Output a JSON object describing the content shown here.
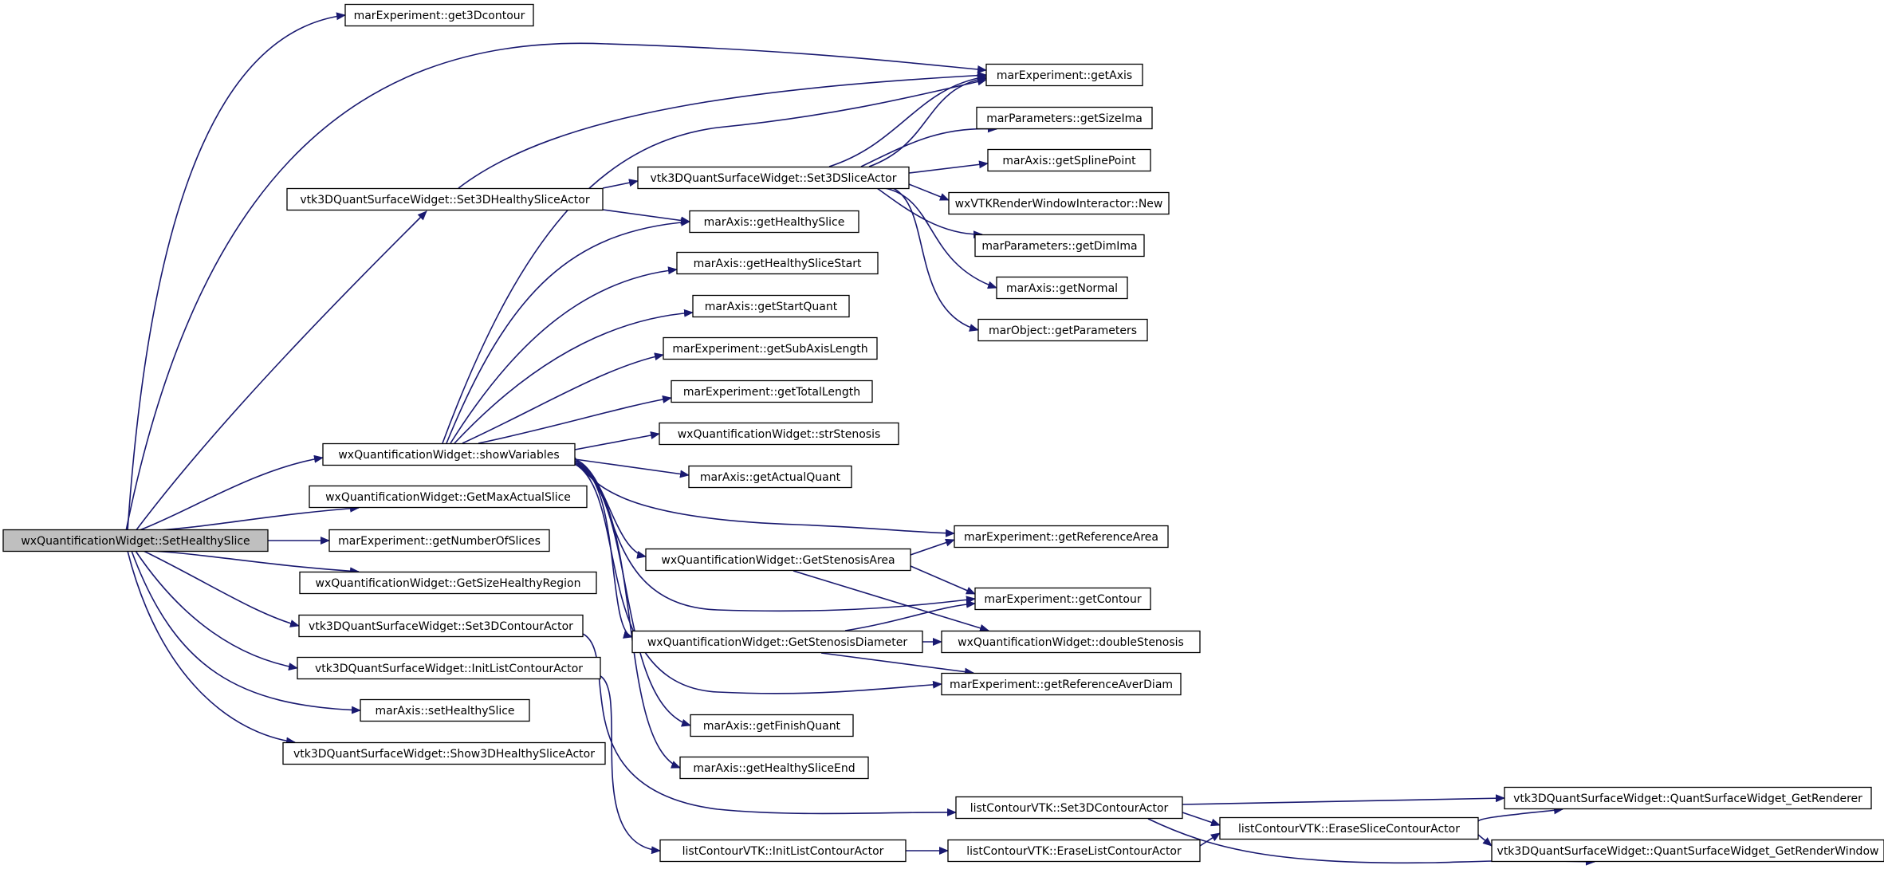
{
  "colors": {
    "edge": "#191970",
    "root_fill": "#bfbfbf",
    "node_fill": "#ffffff",
    "border": "#000000"
  },
  "nodes": [
    {
      "id": "root",
      "label": "wxQuantificationWidget::SetHealthySlice",
      "root": true
    },
    {
      "id": "get3Dcontour",
      "label": "marExperiment::get3Dcontour"
    },
    {
      "id": "getAxis",
      "label": "marExperiment::getAxis"
    },
    {
      "id": "getSizeIma",
      "label": "marParameters::getSizeIma"
    },
    {
      "id": "getSplinePoint",
      "label": "marAxis::getSplinePoint"
    },
    {
      "id": "set3DSliceActor",
      "label": "vtk3DQuantSurfaceWidget::Set3DSliceActor"
    },
    {
      "id": "wxNew",
      "label": "wxVTKRenderWindowInteractor::New"
    },
    {
      "id": "set3DHealthySliceActor",
      "label": "vtk3DQuantSurfaceWidget::Set3DHealthySliceActor"
    },
    {
      "id": "getHealthySlice",
      "label": "marAxis::getHealthySlice"
    },
    {
      "id": "getDimIma",
      "label": "marParameters::getDimIma"
    },
    {
      "id": "getHealthySliceStart",
      "label": "marAxis::getHealthySliceStart"
    },
    {
      "id": "getNormal",
      "label": "marAxis::getNormal"
    },
    {
      "id": "getStartQuant",
      "label": "marAxis::getStartQuant"
    },
    {
      "id": "getParameters",
      "label": "marObject::getParameters"
    },
    {
      "id": "getSubAxisLength",
      "label": "marExperiment::getSubAxisLength"
    },
    {
      "id": "getTotalLength",
      "label": "marExperiment::getTotalLength"
    },
    {
      "id": "strStenosis",
      "label": "wxQuantificationWidget::strStenosis"
    },
    {
      "id": "showVariables",
      "label": "wxQuantificationWidget::showVariables"
    },
    {
      "id": "getActualQuant",
      "label": "marAxis::getActualQuant"
    },
    {
      "id": "getMaxActualSlice",
      "label": "wxQuantificationWidget::GetMaxActualSlice"
    },
    {
      "id": "getReferenceArea",
      "label": "marExperiment::getReferenceArea"
    },
    {
      "id": "getNumberOfSlices",
      "label": "marExperiment::getNumberOfSlices"
    },
    {
      "id": "getStenosisArea",
      "label": "wxQuantificationWidget::GetStenosisArea"
    },
    {
      "id": "getSizeHealthyRegion",
      "label": "wxQuantificationWidget::GetSizeHealthyRegion"
    },
    {
      "id": "getContour",
      "label": "marExperiment::getContour"
    },
    {
      "id": "set3DContourActor",
      "label": "vtk3DQuantSurfaceWidget::Set3DContourActor"
    },
    {
      "id": "getStenosisDiameter",
      "label": "wxQuantificationWidget::GetStenosisDiameter"
    },
    {
      "id": "doubleStenosis",
      "label": "wxQuantificationWidget::doubleStenosis"
    },
    {
      "id": "initListContourActor",
      "label": "vtk3DQuantSurfaceWidget::InitListContourActor"
    },
    {
      "id": "getReferenceAverDiam",
      "label": "marExperiment::getReferenceAverDiam"
    },
    {
      "id": "setHealthySlice",
      "label": "marAxis::setHealthySlice"
    },
    {
      "id": "getFinishQuant",
      "label": "marAxis::getFinishQuant"
    },
    {
      "id": "show3DHealthySliceActor",
      "label": "vtk3DQuantSurfaceWidget::Show3DHealthySliceActor"
    },
    {
      "id": "getHealthySliceEnd",
      "label": "marAxis::getHealthySliceEnd"
    },
    {
      "id": "lcSet3DContourActor",
      "label": "listContourVTK::Set3DContourActor"
    },
    {
      "id": "getRenderer",
      "label": "vtk3DQuantSurfaceWidget::QuantSurfaceWidget_GetRenderer"
    },
    {
      "id": "eraseSliceContourActor",
      "label": "listContourVTK::EraseSliceContourActor"
    },
    {
      "id": "lcInitListContourActor",
      "label": "listContourVTK::InitListContourActor"
    },
    {
      "id": "eraseListContourActor",
      "label": "listContourVTK::EraseListContourActor"
    },
    {
      "id": "getRenderWindow",
      "label": "vtk3DQuantSurfaceWidget::QuantSurfaceWidget_GetRenderWindow"
    }
  ]
}
